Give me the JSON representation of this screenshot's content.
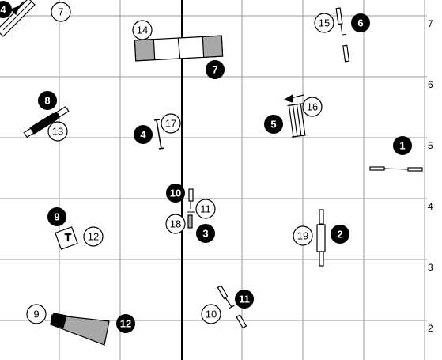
{
  "axis_labels": [
    "7",
    "6",
    "5",
    "4",
    "3",
    "2"
  ],
  "colors": {
    "grid": "#9a9a9a",
    "line": "#000000",
    "marker_dark": "#000000",
    "marker_light": "#ffffff",
    "tunnel_fill": "#a8a8a8"
  },
  "markers": [
    {
      "id": "m-4-tl",
      "text": "4",
      "style": "dark"
    },
    {
      "id": "m-7-tl",
      "text": "7",
      "style": "light"
    },
    {
      "id": "m-14",
      "text": "14",
      "style": "light"
    },
    {
      "id": "m-7-mid",
      "text": "7",
      "style": "dark"
    },
    {
      "id": "m-15",
      "text": "15",
      "style": "light"
    },
    {
      "id": "m-6",
      "text": "6",
      "style": "dark"
    },
    {
      "id": "m-8",
      "text": "8",
      "style": "dark"
    },
    {
      "id": "m-13",
      "text": "13",
      "style": "light"
    },
    {
      "id": "m-17",
      "text": "17",
      "style": "light"
    },
    {
      "id": "m-4-mid",
      "text": "4",
      "style": "dark"
    },
    {
      "id": "m-16",
      "text": "16",
      "style": "light"
    },
    {
      "id": "m-5",
      "text": "5",
      "style": "dark"
    },
    {
      "id": "m-1",
      "text": "1",
      "style": "dark"
    },
    {
      "id": "m-10-a",
      "text": "10",
      "style": "dark"
    },
    {
      "id": "m-11-a",
      "text": "11",
      "style": "light"
    },
    {
      "id": "m-18",
      "text": "18",
      "style": "light"
    },
    {
      "id": "m-3",
      "text": "3",
      "style": "dark"
    },
    {
      "id": "m-9-a",
      "text": "9",
      "style": "dark"
    },
    {
      "id": "m-12-a",
      "text": "12",
      "style": "light"
    },
    {
      "id": "m-19",
      "text": "19",
      "style": "light"
    },
    {
      "id": "m-2",
      "text": "2",
      "style": "dark"
    },
    {
      "id": "m-11-b",
      "text": "11",
      "style": "dark"
    },
    {
      "id": "m-10-b",
      "text": "10",
      "style": "light"
    },
    {
      "id": "m-9-b",
      "text": "9",
      "style": "light"
    },
    {
      "id": "m-12-b",
      "text": "12",
      "style": "dark"
    }
  ],
  "table_label": "T"
}
